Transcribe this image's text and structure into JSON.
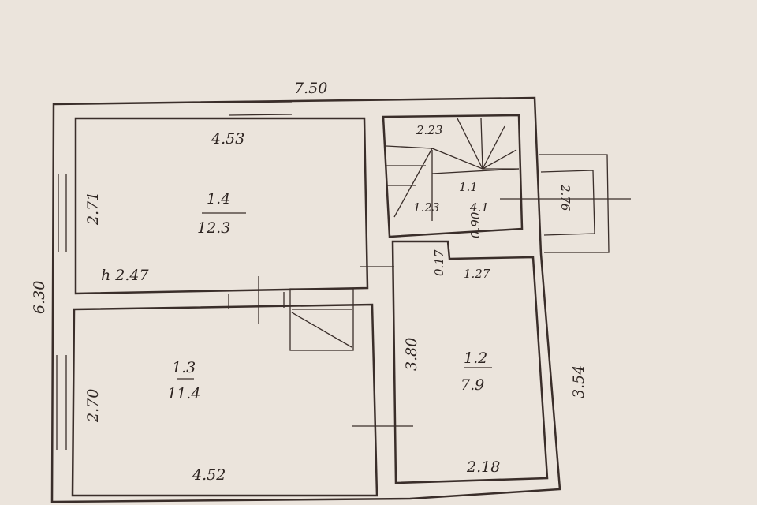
{
  "plan": {
    "overall_width": "7.50",
    "overall_depth": "6.30",
    "right_depth": "3.54",
    "rooms": [
      {
        "id": "1.4",
        "area": "12.3",
        "width": "4.53",
        "depth": "2.71",
        "height": "h 2.47"
      },
      {
        "id": "1.3",
        "area": "11.4",
        "width": "4.52",
        "depth": "2.70"
      },
      {
        "id": "1.2",
        "area": "7.9",
        "width": "2.18",
        "depth": "3.80"
      },
      {
        "id": "1.1",
        "area": "4.1",
        "width": "1.23",
        "depth": "0.90"
      }
    ],
    "stair_width": "2.23",
    "porch_depth": "2.76",
    "passage_depth": "0.17",
    "passage_width": "1.27"
  }
}
